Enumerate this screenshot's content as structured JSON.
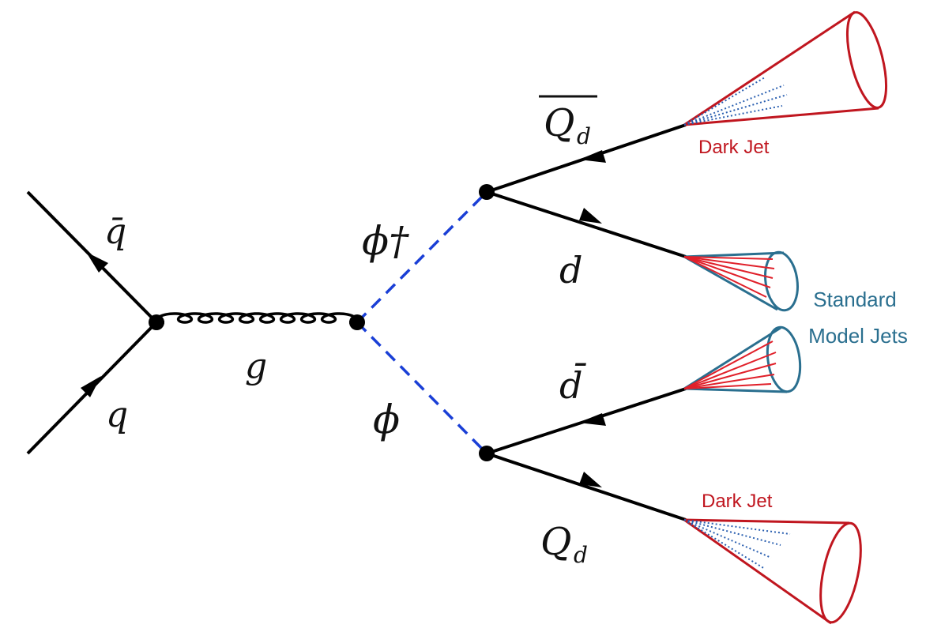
{
  "labels": {
    "antiquark": "q̄",
    "quark": "q",
    "gluon": "g",
    "phi_dagger": "ϕ†",
    "phi": "ϕ",
    "dark_antiquark": "Q",
    "dark_antiquark_sub": "d",
    "down_quark": "d",
    "anti_down_quark": "d̄",
    "dark_quark": "Q",
    "dark_quark_sub": "d",
    "dark_jet_top": "Dark Jet",
    "dark_jet_bottom": "Dark Jet",
    "sm_jets_line1": "Standard",
    "sm_jets_line2": "Model Jets"
  },
  "colors": {
    "fermion_line": "#000000",
    "scalar_line": "#1a3fd6",
    "dark_jet": "#c0161f",
    "sm_jet_cone": "#2a6f8f",
    "sm_jet_tracks": "#e0202a",
    "dark_jet_tracks": "#2a5fb0",
    "sm_jets_label": "#2a6f8f",
    "dark_jet_label": "#c0161f"
  },
  "icons": {
    "vertex": "filled-circle",
    "arrow": "triangle-arrowhead",
    "jet": "cone"
  }
}
